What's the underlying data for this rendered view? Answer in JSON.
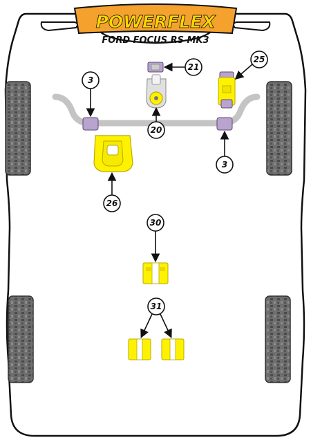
{
  "brand": {
    "logo_text": "POWERFLEX",
    "vehicle_model": "FORD FOCUS RS MK3"
  },
  "colors": {
    "car_outline": "#111111",
    "car_fill": "#ffffff",
    "tyre": "#6a6a6a",
    "bar": "#c4c4c4",
    "bush_yellow": "#fff200",
    "bush_purple": "#b9a4cf",
    "logo_bg": "#f4a12d",
    "logo_text": "#ffd500"
  },
  "callouts": [
    {
      "id": "3-left",
      "label": "3"
    },
    {
      "id": "21",
      "label": "21"
    },
    {
      "id": "25",
      "label": "25"
    },
    {
      "id": "20",
      "label": "20"
    },
    {
      "id": "3-right",
      "label": "3"
    },
    {
      "id": "26",
      "label": "26"
    },
    {
      "id": "30",
      "label": "30"
    },
    {
      "id": "31",
      "label": "31"
    }
  ]
}
